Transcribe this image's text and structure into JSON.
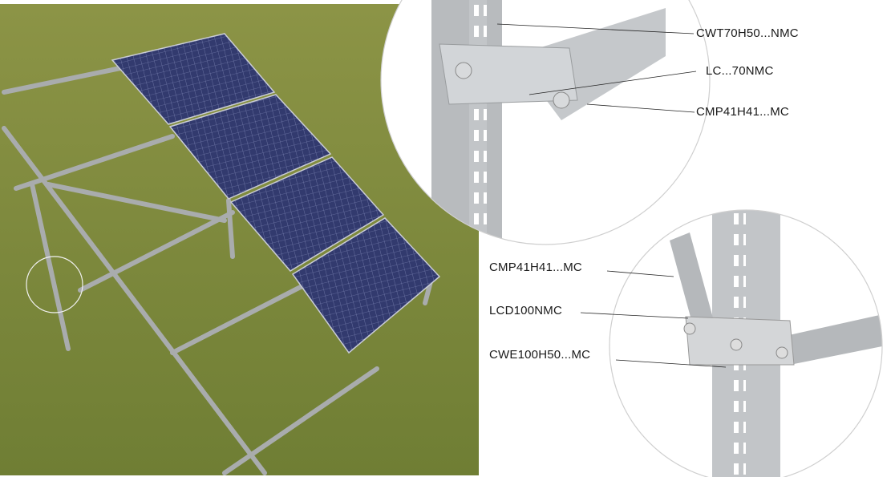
{
  "callouts": {
    "top": [
      {
        "label": "CWT70H50...NMC"
      },
      {
        "label": "LC...70NMC"
      },
      {
        "label": "CMP41H41...MC"
      }
    ],
    "bottom": [
      {
        "label": "CMP41H41...MC"
      },
      {
        "label": "LCD100NMC"
      },
      {
        "label": "CWE100H50...MC"
      }
    ]
  },
  "colors": {
    "grass": "#7d8a3c",
    "panel": "#2f3768",
    "steel": "#b9bcbf",
    "circle_stroke": "#cfcfcf"
  }
}
